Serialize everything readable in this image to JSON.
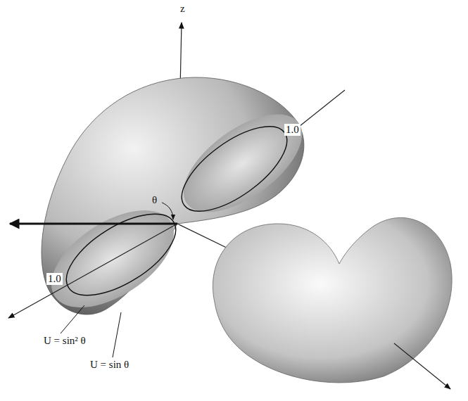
{
  "diagram": {
    "labels": [
      "z",
      "θ",
      "1.0",
      "1.0",
      "U = sin² θ",
      "U = sin θ"
    ]
  }
}
